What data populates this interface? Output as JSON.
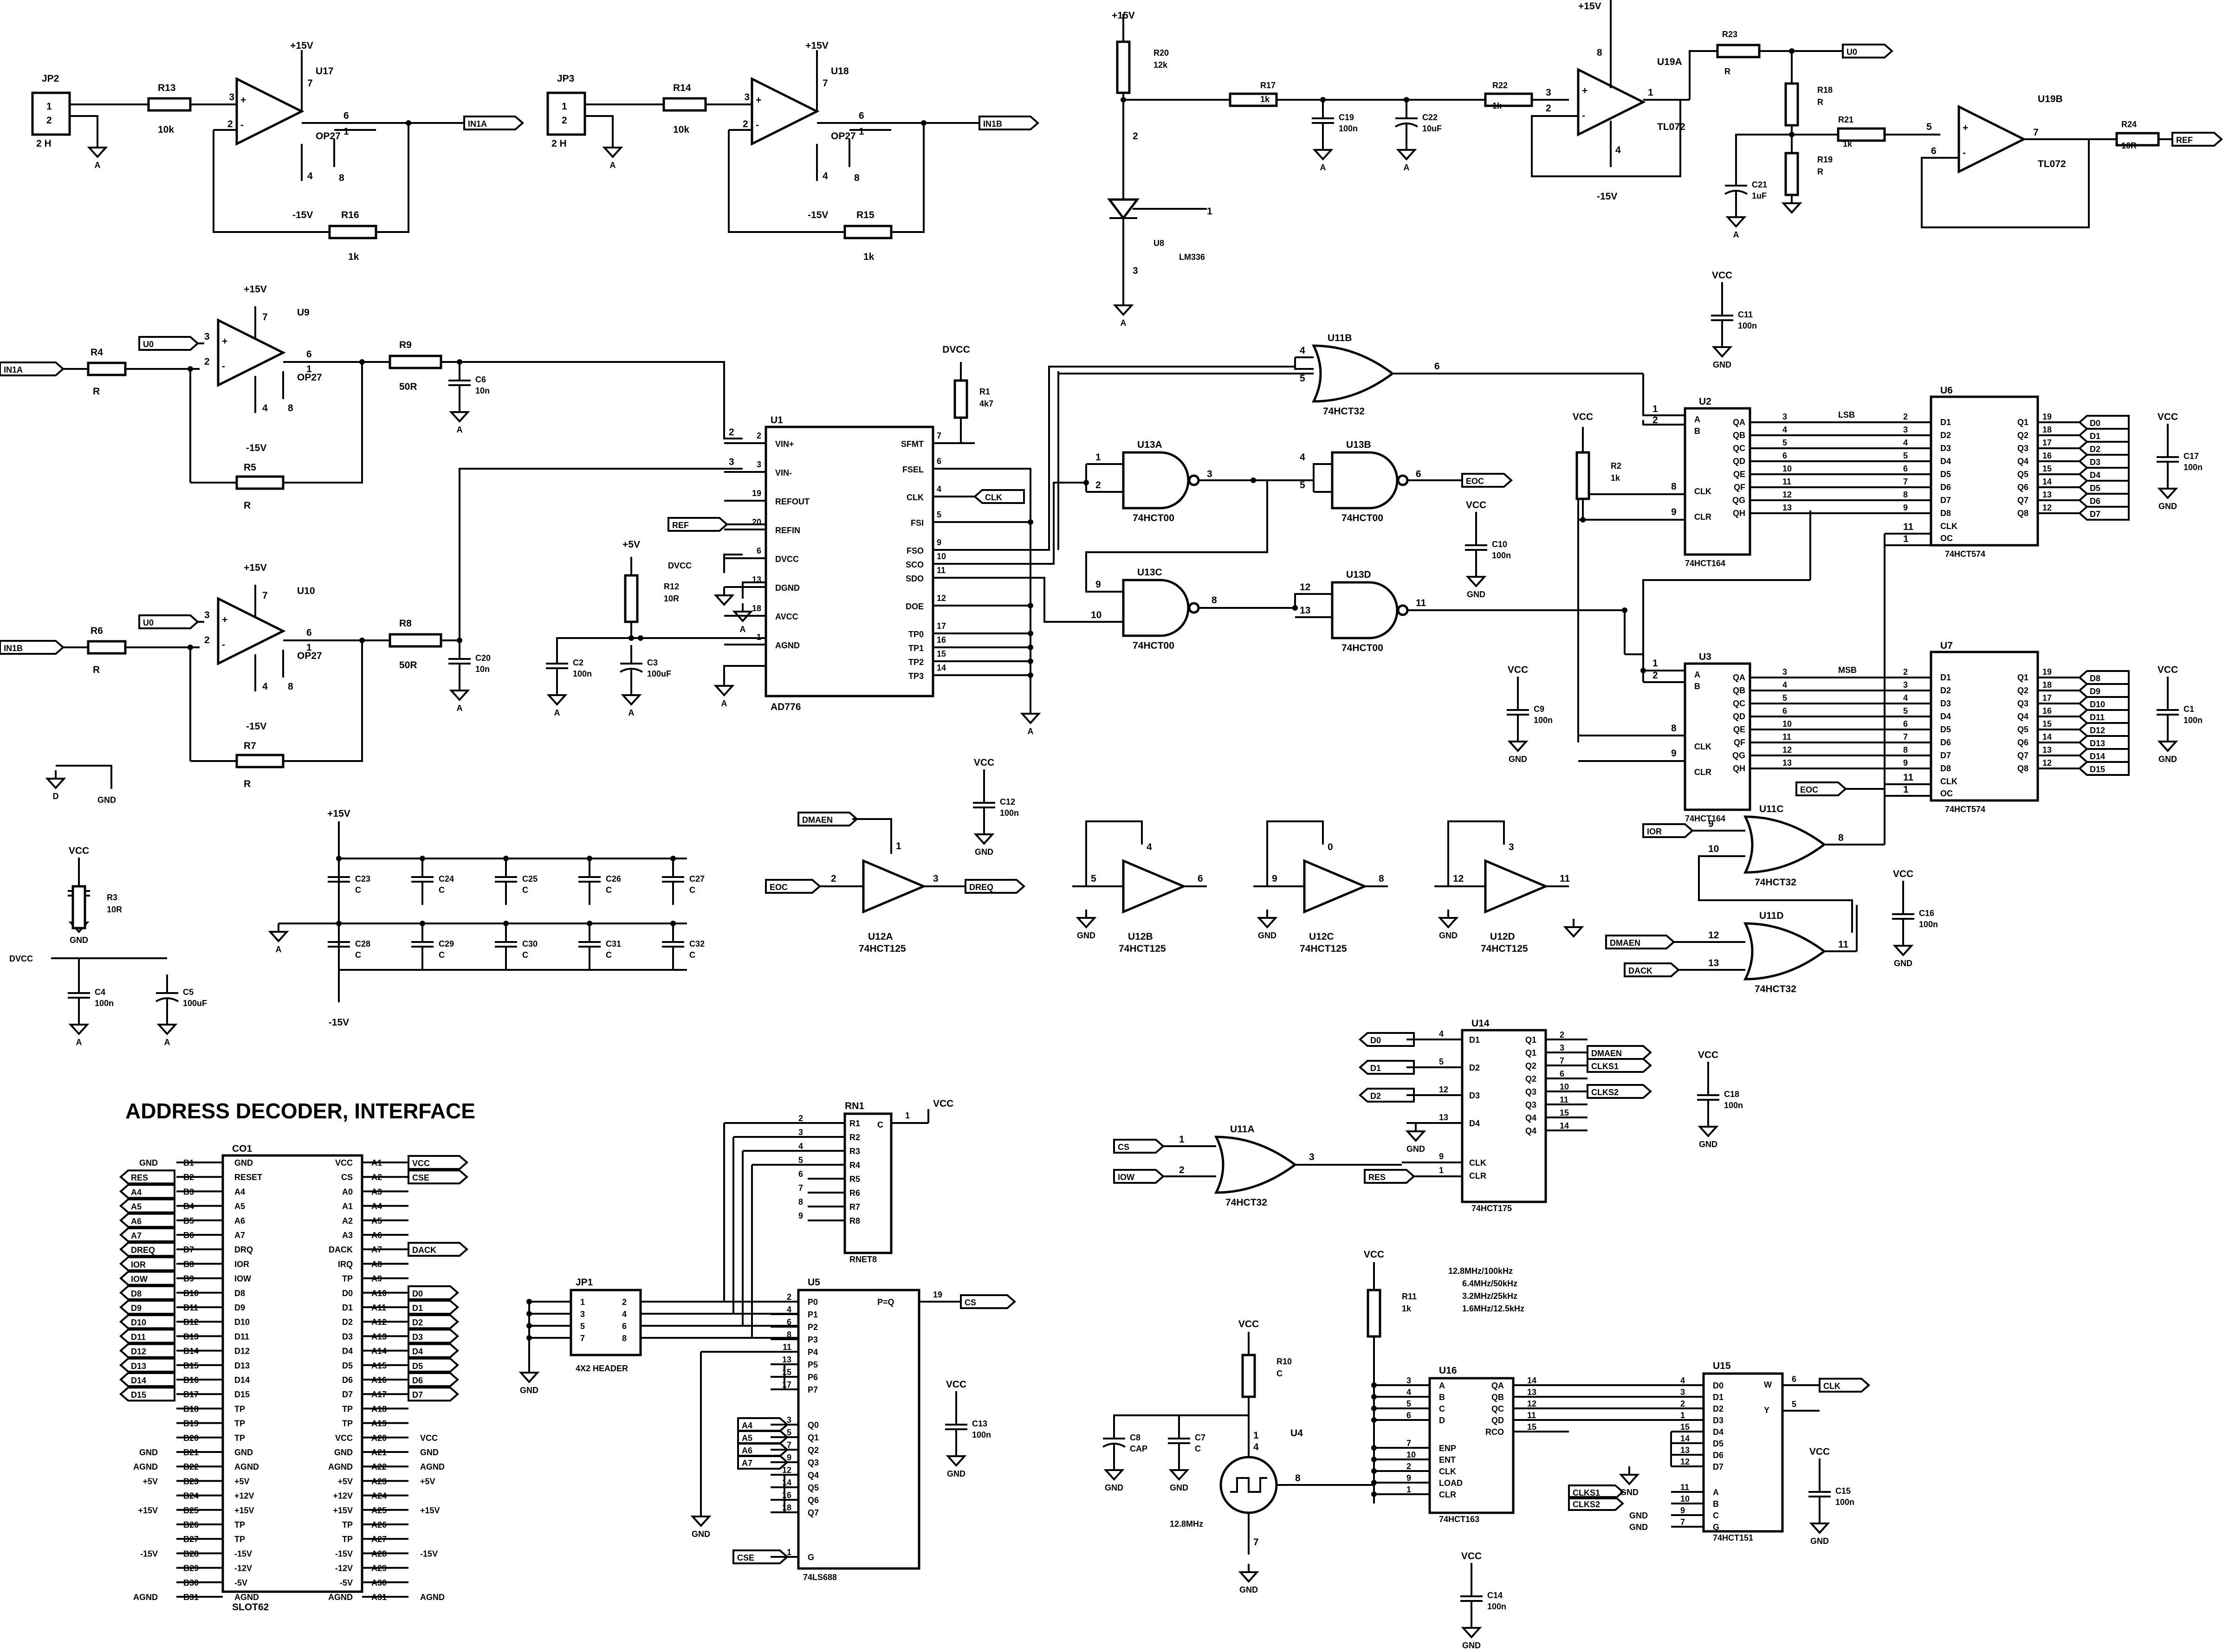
{
  "title": "ADDRESS DECODER, INTERFACE",
  "opamps": [
    {
      "ref": "U17",
      "part": "OP27",
      "rin": "R13",
      "rin_val": "10k",
      "rf": "R16",
      "rf_val": "1k",
      "jp": "JP2",
      "jp_val": "2 H",
      "out": "IN1A"
    },
    {
      "ref": "U18",
      "part": "OP27",
      "rin": "R14",
      "rin_val": "10k",
      "rf": "R15",
      "rf_val": "1k",
      "jp": "JP3",
      "jp_val": "2 H",
      "out": "IN1B"
    },
    {
      "ref": "U9",
      "part": "OP27",
      "rin": "R4",
      "rin_val": "R",
      "rf": "R5",
      "rf_val": "R",
      "rout": "R9",
      "rout_val": "50R",
      "cap": "C6",
      "cap_val": "10n",
      "in": "IN1A"
    },
    {
      "ref": "U10",
      "part": "OP27",
      "rin": "R6",
      "rin_val": "R",
      "rf": "R7",
      "rf_val": "R",
      "rout": "R8",
      "rout_val": "50R",
      "cap": "C20",
      "cap_val": "10n",
      "in": "IN1B"
    }
  ],
  "ad776": {
    "ref": "U1",
    "part": "AD776",
    "left_pins": [
      [
        "2",
        "VIN+"
      ],
      [
        "3",
        "VIN-"
      ],
      [
        "19",
        "REFOUT"
      ],
      [
        "20",
        "REFIN"
      ],
      [
        "6",
        "DVCC"
      ],
      [
        "13",
        "DGND"
      ],
      [
        "18",
        "AVCC"
      ],
      [
        "1",
        "AGND"
      ]
    ],
    "right_pins": [
      [
        "7",
        "SFMT"
      ],
      [
        "6",
        "FSEL"
      ],
      [
        "4",
        "CLK"
      ],
      [
        "5",
        "FSI"
      ],
      [
        "9",
        "FSO"
      ],
      [
        "10",
        "SCO"
      ],
      [
        "11",
        "SDO"
      ],
      [
        "12",
        "DOE"
      ],
      [
        "17",
        "TP0"
      ],
      [
        "16",
        "TP1"
      ],
      [
        "15",
        "TP2"
      ],
      [
        "14",
        "TP3"
      ]
    ]
  },
  "reference": {
    "u8": "U8",
    "lm": "LM336",
    "r20": "R20",
    "r20v": "12k",
    "r17": "R17",
    "r17v": "1k",
    "c19": "C19",
    "c19v": "100n",
    "c22": "C22",
    "c22v": "10uF",
    "r22": "R22",
    "r22v": "1k",
    "u19a": "U19A",
    "tl": "TL072",
    "r23": "R23",
    "r23v": "R",
    "r18": "R18",
    "r18v": "R",
    "r19": "R19",
    "r19v": "R",
    "r21": "R21",
    "r21v": "1k",
    "c21": "C21",
    "c21v": "1uF",
    "u19b": "U19B",
    "r24": "R24",
    "r24v": "10R",
    "u0": "U0",
    "refl": "REF"
  },
  "shift": {
    "u2": "U2",
    "u3": "U3",
    "part": "74HCT164",
    "u6": "U6",
    "u7": "U7",
    "latch": "74HCT574",
    "in_pins": [
      "A",
      "B",
      "CLK",
      "CLR"
    ],
    "q_pins": [
      "QA",
      "QB",
      "QC",
      "QD",
      "QE",
      "QF",
      "QG",
      "QH"
    ],
    "d_pins": [
      "D1",
      "D2",
      "D3",
      "D4",
      "D5",
      "D6",
      "D7",
      "D8"
    ],
    "o_pins": [
      "Q1",
      "Q2",
      "Q3",
      "Q4",
      "Q5",
      "Q6",
      "Q7",
      "Q8"
    ],
    "qnums": [
      "3",
      "4",
      "5",
      "6",
      "10",
      "11",
      "12",
      "13"
    ],
    "dnums": [
      "2",
      "3",
      "4",
      "5",
      "6",
      "7",
      "8",
      "9"
    ],
    "onums": [
      "19",
      "18",
      "17",
      "16",
      "15",
      "14",
      "13",
      "12"
    ],
    "low": [
      "D0",
      "D1",
      "D2",
      "D3",
      "D4",
      "D5",
      "D6",
      "D7"
    ],
    "high": [
      "D8",
      "D9",
      "D10",
      "D11",
      "D12",
      "D13",
      "D14",
      "D15"
    ],
    "lsb": "LSB",
    "msb": "MSB"
  },
  "labels": {
    "vcc": "VCC",
    "gnd": "GND",
    "dvcc": "DVCC",
    "p15": "+15V",
    "m15": "-15V",
    "p5": "+5V",
    "a": "A",
    "d": "D",
    "clk": "CLK",
    "eoc": "EOC",
    "ref": "REF",
    "dreq": "DREQ",
    "dmaen": "DMAEN",
    "ior": "IOR",
    "iow": "IOW",
    "dack": "DACK",
    "res": "RES",
    "cs": "CS",
    "cse": "CSE",
    "clks1": "CLKS1",
    "clks2": "CLKS2",
    "u0": "U0"
  },
  "freq": [
    "12.8MHz/100kHz",
    "6.4MHz/50kHz",
    "3.2MHz/25kHz",
    "1.6MHz/12.5kHz"
  ],
  "slot": {
    "ref": "CO1",
    "name": "SLOT62",
    "b": [
      "GND",
      "RESET",
      "A4",
      "A5",
      "A6",
      "A7",
      "DRQ",
      "IOR",
      "IOW",
      "D8",
      "D9",
      "D10",
      "D11",
      "D12",
      "D13",
      "D14",
      "D15",
      "TP",
      "TP",
      "TP",
      "GND",
      "AGND",
      "+5V",
      "+12V",
      "+15V",
      "TP",
      "TP",
      "-15V",
      "-12V",
      "-5V",
      "AGND"
    ],
    "a": [
      "VCC",
      "CS",
      "A0",
      "A1",
      "A2",
      "A3",
      "DACK",
      "IRQ",
      "TP",
      "D0",
      "D1",
      "D2",
      "D3",
      "D4",
      "D5",
      "D6",
      "D7",
      "TP",
      "TP",
      "VCC",
      "GND",
      "AGND",
      "+5V",
      "+12V",
      "+15V",
      "TP",
      "TP",
      "-15V",
      "-12V",
      "-5V",
      "AGND"
    ]
  },
  "caps": [
    "C23",
    "C24",
    "C25",
    "C26",
    "C27",
    "C28",
    "C29",
    "C30",
    "C31",
    "C32"
  ],
  "misc": {
    "jp1": "JP1",
    "hdr": "4X2 HEADER",
    "rn": "RN1",
    "rnets": "RNET8",
    "u5": "U5",
    "u5part": "74LS688",
    "u14": "U14",
    "u14part": "74HCT175",
    "u16": "U16",
    "u16part": "74HCT163",
    "u15": "U15",
    "u15part": "74HCT151",
    "u4": "U4",
    "osc": "12.8MHz",
    "r10": "R10",
    "r11": "R11",
    "r1": "R1",
    "r1v": "4k7",
    "r2": "R2",
    "r3": "R3",
    "r3v": "10R",
    "r12": "R12",
    "r12v": "10R",
    "c": "C",
    "k1": "1k",
    "cap": "CAP",
    "hz": "12.8MHz"
  }
}
